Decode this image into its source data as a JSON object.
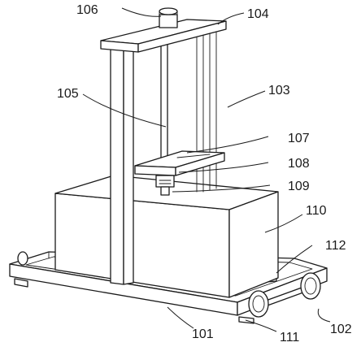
{
  "labels": {
    "l101": "101",
    "l102": "102",
    "l103": "103",
    "l104": "104",
    "l105": "105",
    "l106": "106",
    "l107": "107",
    "l108": "108",
    "l109": "109",
    "l110": "110",
    "l111": "111",
    "l112": "112"
  }
}
